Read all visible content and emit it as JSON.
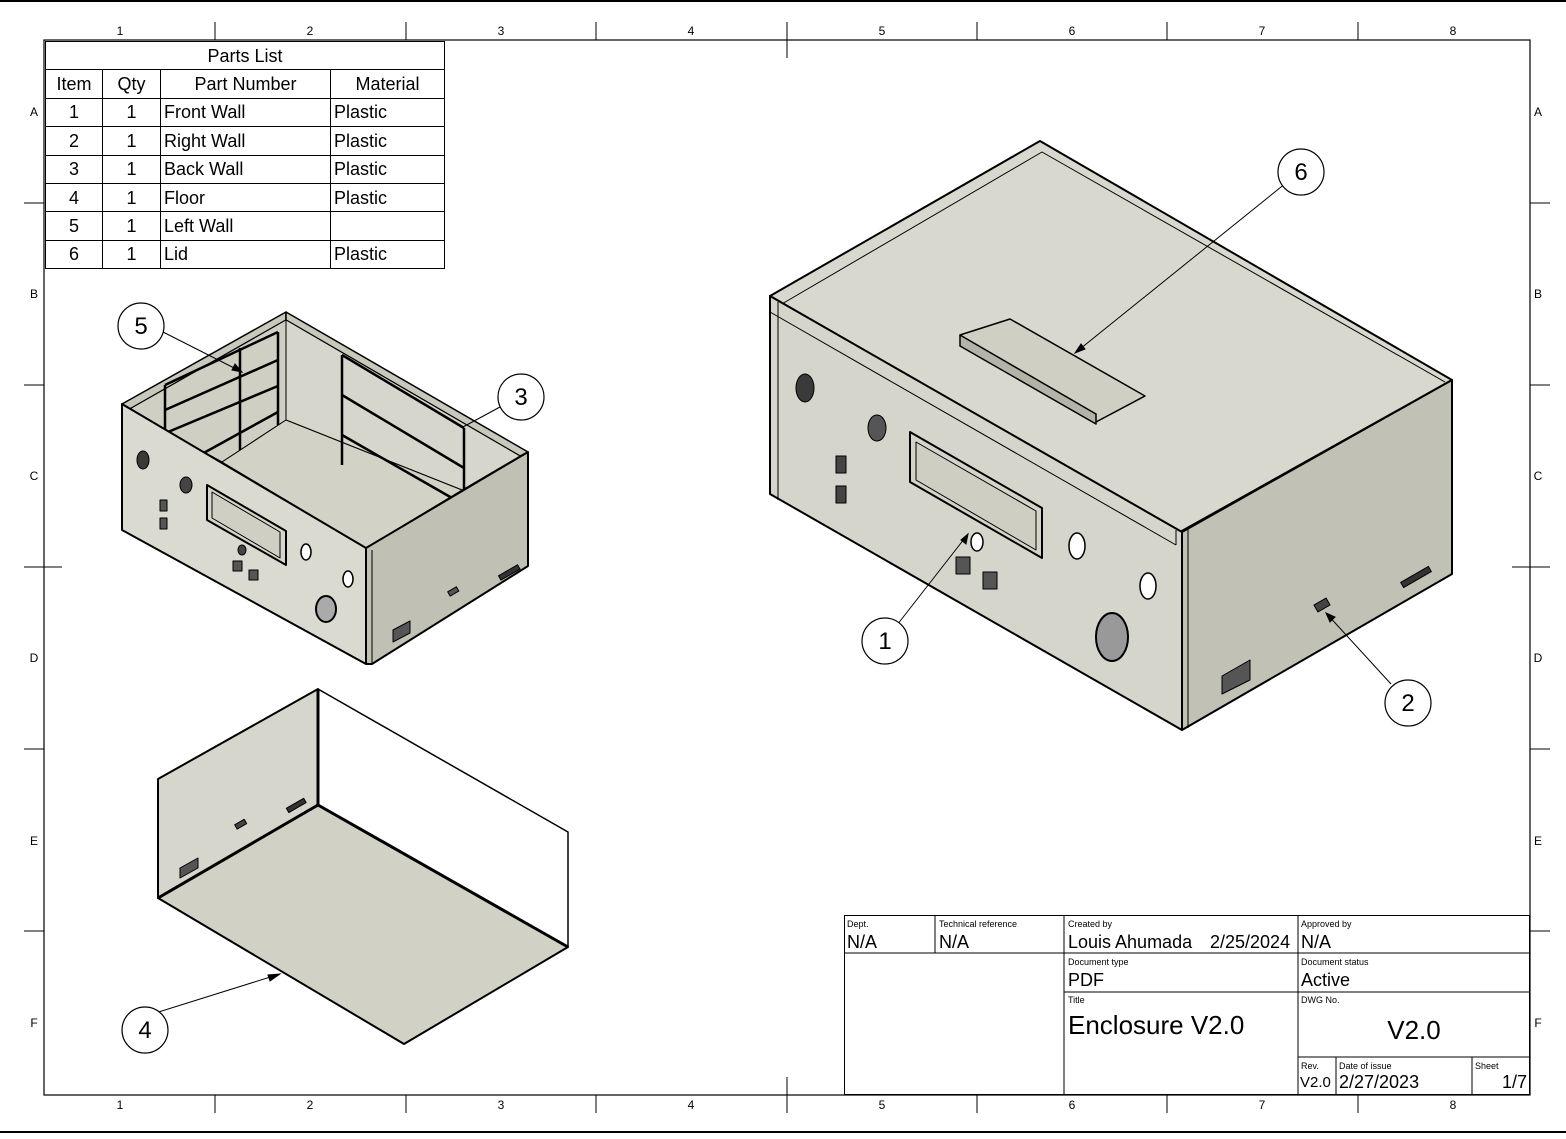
{
  "frame": {
    "columns": [
      "1",
      "2",
      "3",
      "4",
      "5",
      "6",
      "7",
      "8"
    ],
    "rows": [
      "A",
      "B",
      "C",
      "D",
      "E",
      "F"
    ]
  },
  "parts_list": {
    "title": "Parts List",
    "headers": [
      "Item",
      "Qty",
      "Part Number",
      "Material"
    ],
    "rows": [
      [
        "1",
        "1",
        "Front Wall",
        "Plastic"
      ],
      [
        "2",
        "1",
        "Right Wall",
        "Plastic"
      ],
      [
        "3",
        "1",
        "Back Wall",
        "Plastic"
      ],
      [
        "4",
        "1",
        "Floor",
        "Plastic"
      ],
      [
        "5",
        "1",
        "Left Wall",
        ""
      ],
      [
        "6",
        "1",
        "Lid",
        "Plastic"
      ]
    ]
  },
  "balloons": [
    "1",
    "2",
    "3",
    "4",
    "5",
    "6"
  ],
  "title_block": {
    "dept_label": "Dept.",
    "dept": "N/A",
    "techref_label": "Technical reference",
    "techref": "N/A",
    "created_label": "Created by",
    "created_by": "Louis Ahumada",
    "created_date": "2/25/2024",
    "approved_label": "Approved by",
    "approved_by": "N/A",
    "doctype_label": "Document type",
    "doctype": "PDF",
    "docstatus_label": "Document status",
    "docstatus": "Active",
    "title_label": "Title",
    "title": "Enclosure V2.0",
    "dwg_label": "DWG No.",
    "dwg": "V2.0",
    "rev_label": "Rev.",
    "rev": "V2.0",
    "issue_label": "Date of issue",
    "issue_date": "2/27/2023",
    "sheet_label": "Sheet",
    "sheet": "1/7"
  },
  "colors": {
    "face_light": "#d9d8cf",
    "face_mid": "#ccccc2",
    "face_dark": "#b9b9ae",
    "line": "#000000"
  }
}
